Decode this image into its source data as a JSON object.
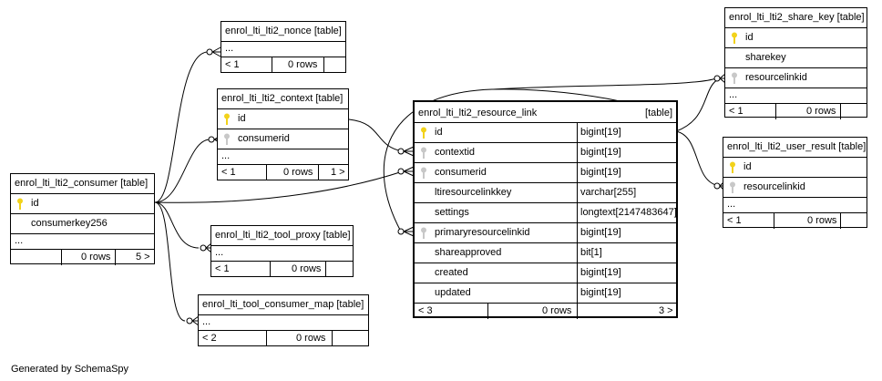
{
  "footer": {
    "generated_by": "Generated by SchemaSpy"
  },
  "colors": {
    "primary_key": "#f2d21a",
    "foreign_key": "#c8c8c8",
    "line": "#000000"
  },
  "tables": {
    "consumer": {
      "name": "enrol_lti_lti2_consumer",
      "tag": "[table]",
      "columns": [
        "id",
        "consumerkey256"
      ],
      "ellipsis": "...",
      "parents": "",
      "rows": "0 rows",
      "children": "5 >"
    },
    "nonce": {
      "name": "enrol_lti_lti2_nonce",
      "tag": "[table]",
      "ellipsis": "...",
      "parents": "< 1",
      "rows": "0 rows",
      "children": ""
    },
    "context": {
      "name": "enrol_lti_lti2_context",
      "tag": "[table]",
      "columns": [
        "id",
        "consumerid"
      ],
      "ellipsis": "...",
      "parents": "< 1",
      "rows": "0 rows",
      "children": "1 >"
    },
    "tool_proxy": {
      "name": "enrol_lti_lti2_tool_proxy",
      "tag": "[table]",
      "ellipsis": "...",
      "parents": "< 1",
      "rows": "0 rows",
      "children": ""
    },
    "tool_consumer_map": {
      "name": "enrol_lti_tool_consumer_map",
      "tag": "[table]",
      "ellipsis": "...",
      "parents": "< 2",
      "rows": "0 rows",
      "children": ""
    },
    "resource_link": {
      "name": "enrol_lti_lti2_resource_link",
      "tag": "[table]",
      "columns": [
        {
          "name": "id",
          "type": "bigint[19]"
        },
        {
          "name": "contextid",
          "type": "bigint[19]"
        },
        {
          "name": "consumerid",
          "type": "bigint[19]"
        },
        {
          "name": "ltiresourcelinkkey",
          "type": "varchar[255]"
        },
        {
          "name": "settings",
          "type": "longtext[2147483647]"
        },
        {
          "name": "primaryresourcelinkid",
          "type": "bigint[19]"
        },
        {
          "name": "shareapproved",
          "type": "bit[1]"
        },
        {
          "name": "created",
          "type": "bigint[19]"
        },
        {
          "name": "updated",
          "type": "bigint[19]"
        }
      ],
      "parents": "< 3",
      "rows": "0 rows",
      "children": "3 >"
    },
    "share_key": {
      "name": "enrol_lti_lti2_share_key",
      "tag": "[table]",
      "columns": [
        "id",
        "sharekey",
        "resourcelinkid"
      ],
      "ellipsis": "...",
      "parents": "< 1",
      "rows": "0 rows",
      "children": ""
    },
    "user_result": {
      "name": "enrol_lti_lti2_user_result",
      "tag": "[table]",
      "columns": [
        "id",
        "resourcelinkid"
      ],
      "ellipsis": "...",
      "parents": "< 1",
      "rows": "0 rows",
      "children": ""
    }
  }
}
